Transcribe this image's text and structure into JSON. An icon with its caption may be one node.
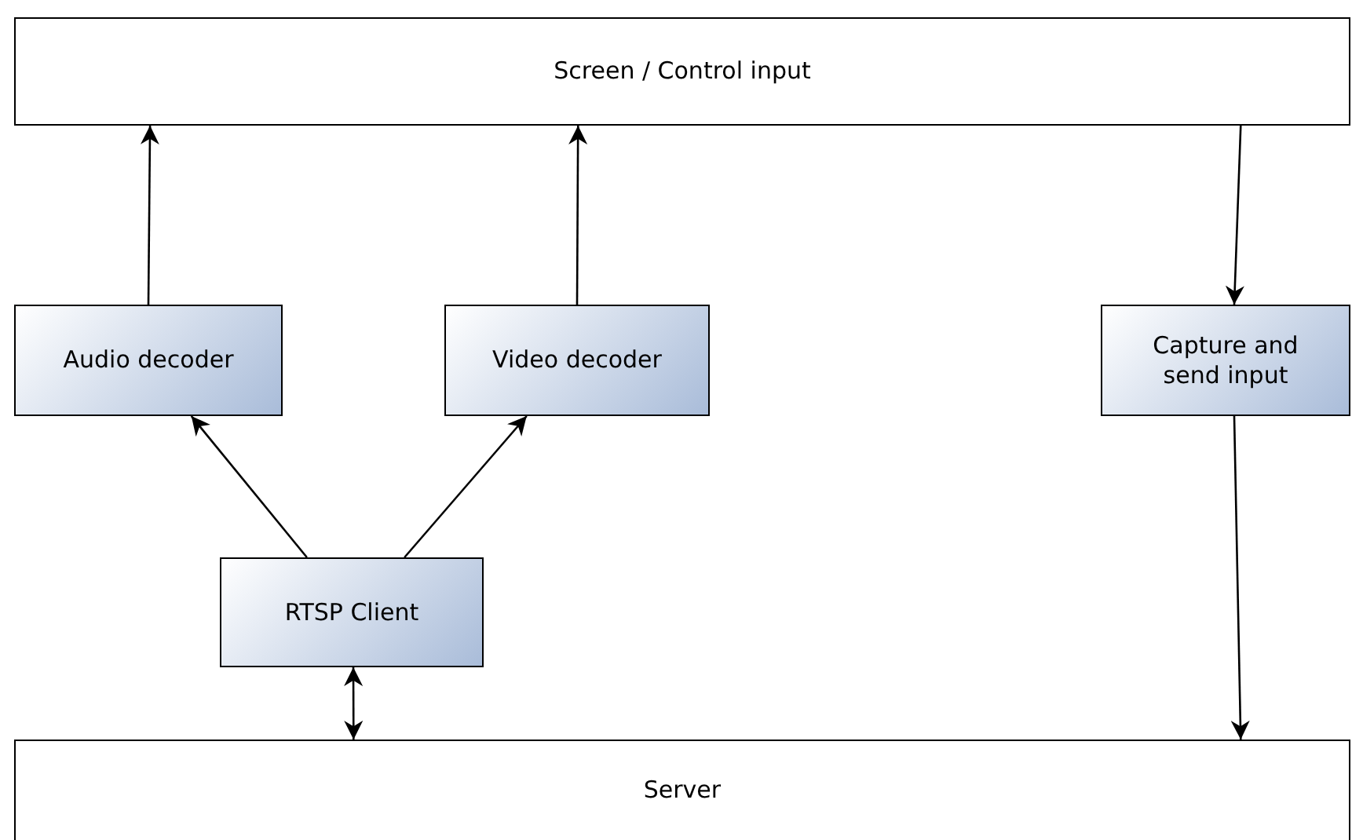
{
  "diagram": {
    "nodes": [
      {
        "text": [
          "Screen / Control input"
        ]
      },
      {
        "text": [
          "Audio decoder"
        ]
      },
      {
        "text": [
          "Video decoder"
        ]
      },
      {
        "text": [
          "Capture and send input"
        ]
      },
      {
        "text": [
          "RTSP Client"
        ]
      },
      {
        "text": [
          "Server"
        ]
      }
    ],
    "edges": [
      {
        "from": 1,
        "to": 0,
        "arrow": "to"
      },
      {
        "from": 2,
        "to": 0,
        "arrow": "to"
      },
      {
        "from": 0,
        "to": 3,
        "arrow": "to"
      },
      {
        "from": 4,
        "to": 1,
        "arrow": "to"
      },
      {
        "from": 4,
        "to": 2,
        "arrow": "to"
      },
      {
        "from": 4,
        "to": 5,
        "arrow": "both"
      },
      {
        "from": 3,
        "to": 5,
        "arrow": "to"
      }
    ]
  }
}
